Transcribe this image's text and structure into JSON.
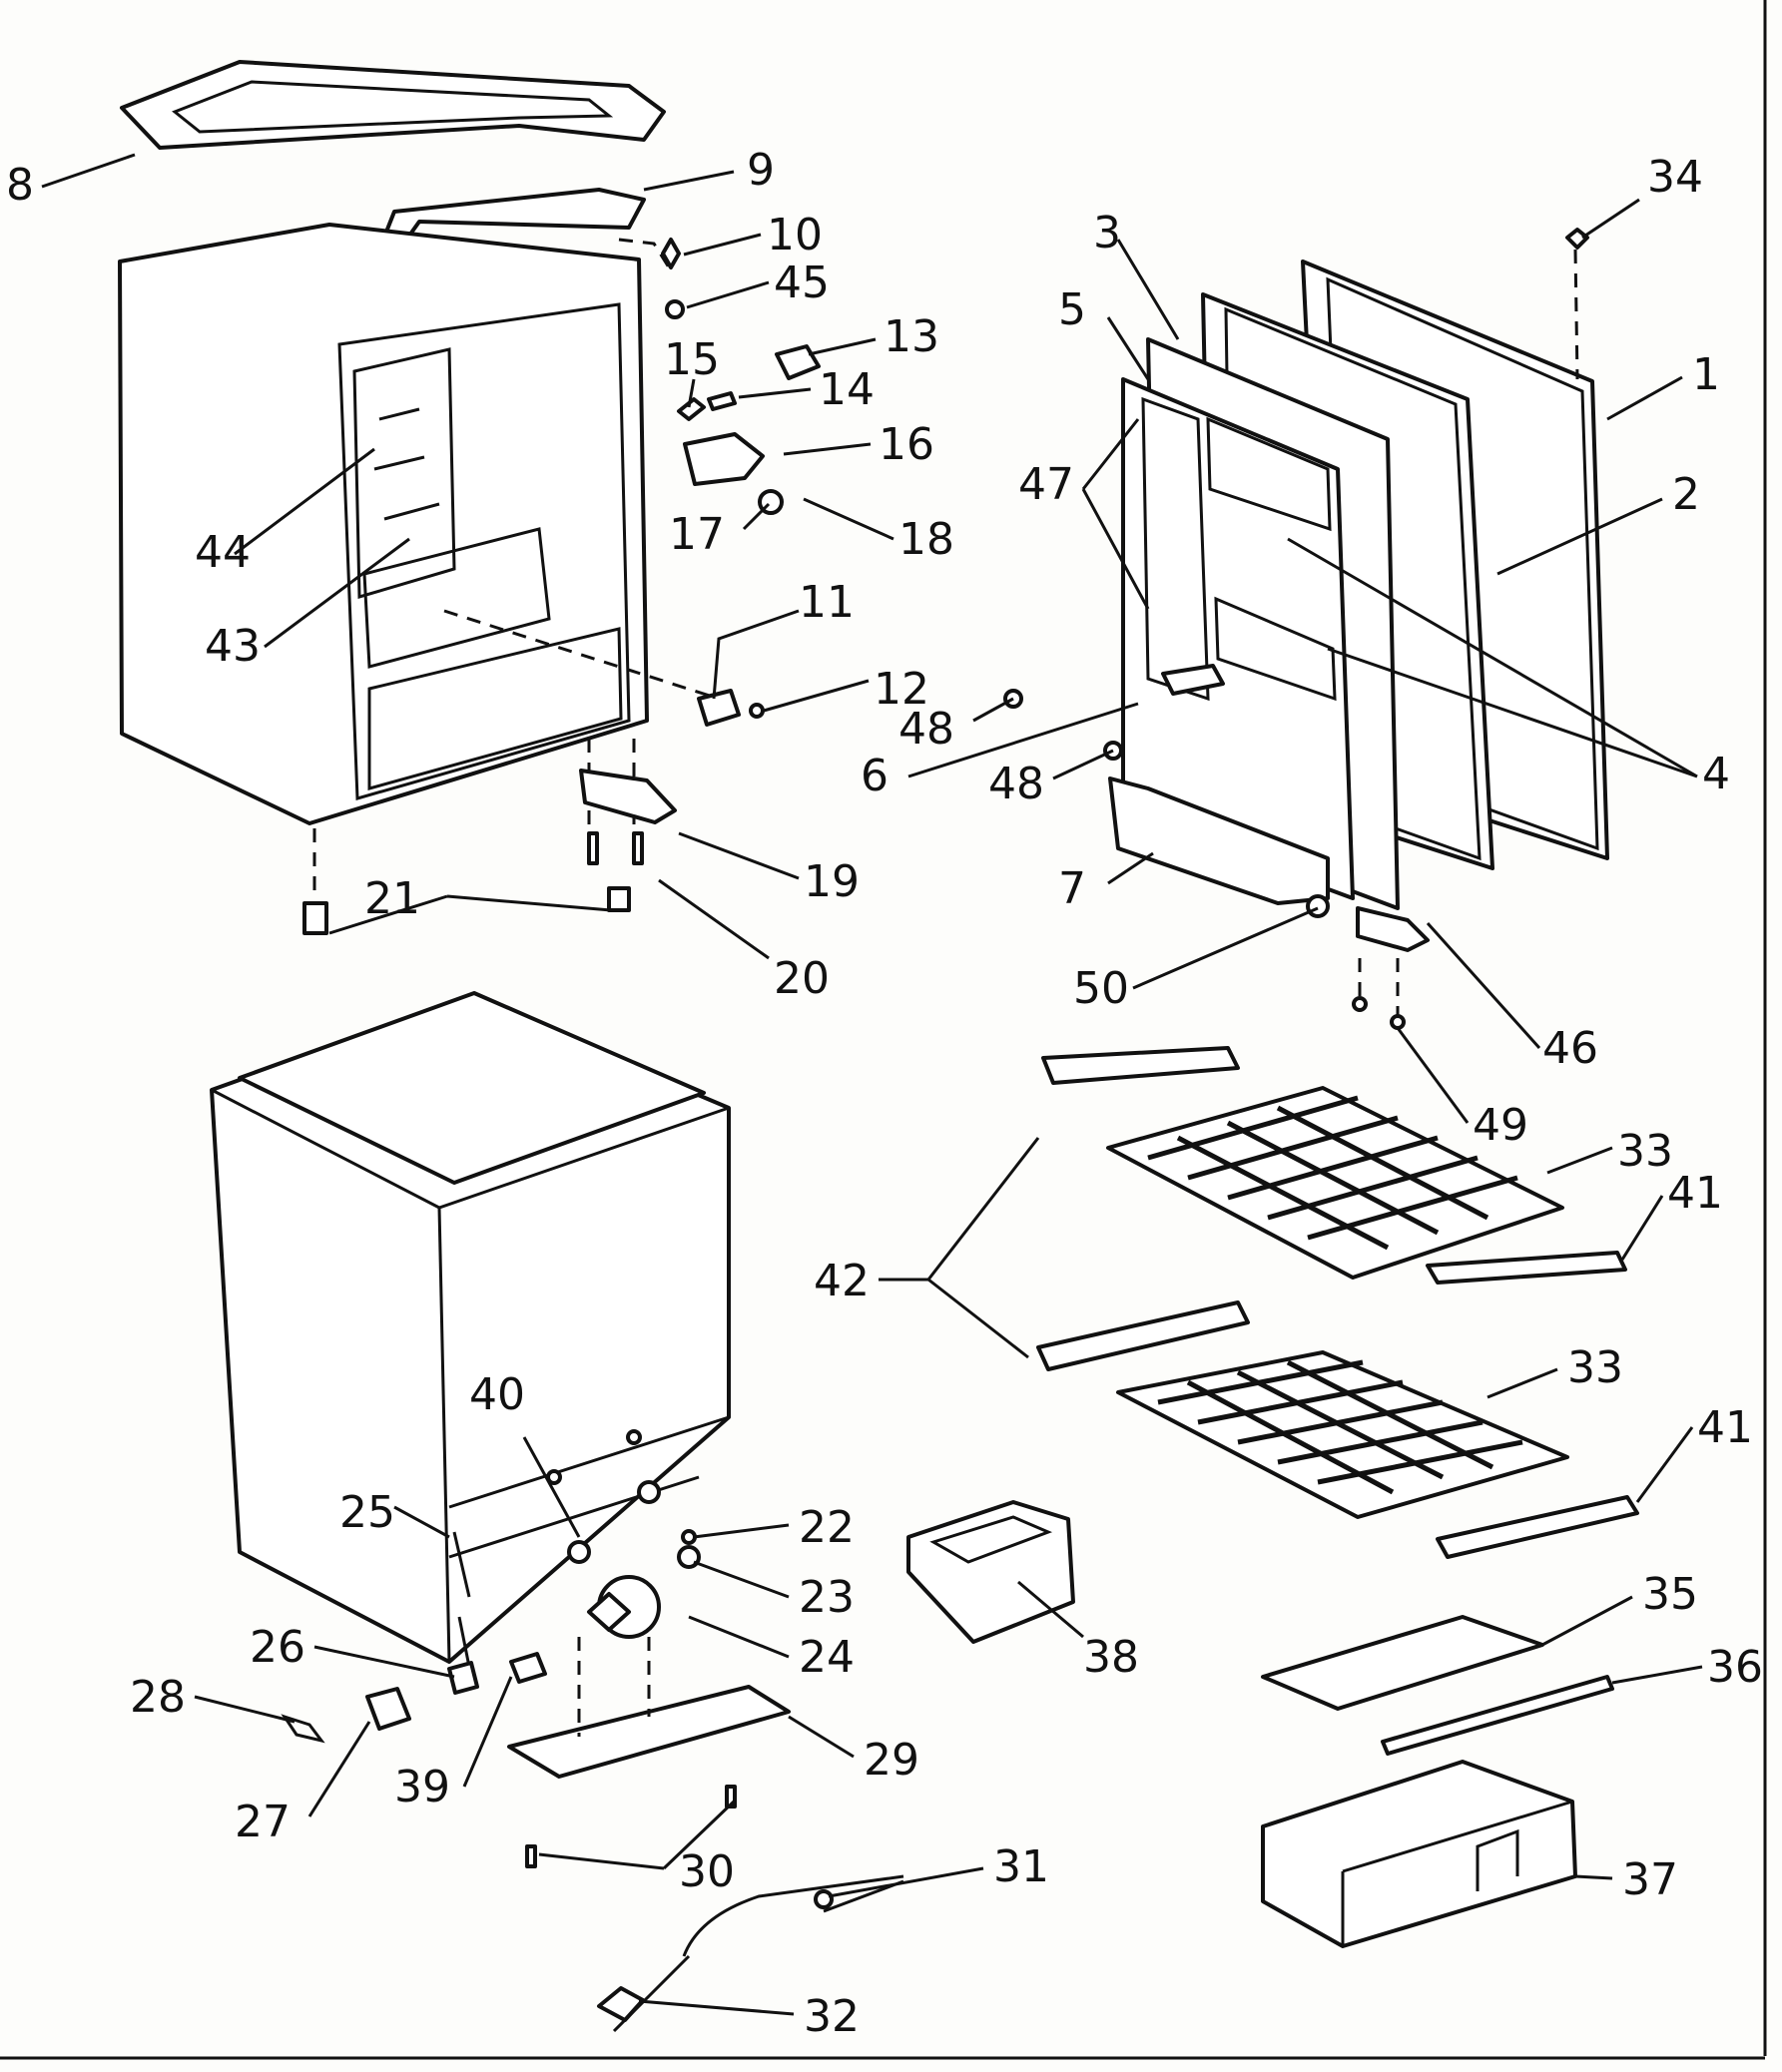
{
  "callouts": [
    {
      "id": "p8",
      "text": "8"
    },
    {
      "id": "p9",
      "text": "9"
    },
    {
      "id": "p10",
      "text": "10"
    },
    {
      "id": "p45",
      "text": "45"
    },
    {
      "id": "p13",
      "text": "13"
    },
    {
      "id": "p15",
      "text": "15"
    },
    {
      "id": "p14",
      "text": "14"
    },
    {
      "id": "p16",
      "text": "16"
    },
    {
      "id": "p17",
      "text": "17"
    },
    {
      "id": "p18",
      "text": "18"
    },
    {
      "id": "p44",
      "text": "44"
    },
    {
      "id": "p43",
      "text": "43"
    },
    {
      "id": "p11",
      "text": "11"
    },
    {
      "id": "p12",
      "text": "12"
    },
    {
      "id": "p19",
      "text": "19"
    },
    {
      "id": "p21",
      "text": "21"
    },
    {
      "id": "p20",
      "text": "20"
    },
    {
      "id": "p34",
      "text": "34"
    },
    {
      "id": "p3",
      "text": "3"
    },
    {
      "id": "p5",
      "text": "5"
    },
    {
      "id": "p1",
      "text": "1"
    },
    {
      "id": "p2",
      "text": "2"
    },
    {
      "id": "p47",
      "text": "47"
    },
    {
      "id": "p4",
      "text": "4"
    },
    {
      "id": "p48a",
      "text": "48"
    },
    {
      "id": "p48b",
      "text": "48"
    },
    {
      "id": "p6",
      "text": "6"
    },
    {
      "id": "p7",
      "text": "7"
    },
    {
      "id": "p50",
      "text": "50"
    },
    {
      "id": "p46",
      "text": "46"
    },
    {
      "id": "p49",
      "text": "49"
    },
    {
      "id": "p33a",
      "text": "33"
    },
    {
      "id": "p41a",
      "text": "41"
    },
    {
      "id": "p42",
      "text": "42"
    },
    {
      "id": "p33b",
      "text": "33"
    },
    {
      "id": "p41b",
      "text": "41"
    },
    {
      "id": "p40",
      "text": "40"
    },
    {
      "id": "p25",
      "text": "25"
    },
    {
      "id": "p22",
      "text": "22"
    },
    {
      "id": "p23",
      "text": "23"
    },
    {
      "id": "p24",
      "text": "24"
    },
    {
      "id": "p26",
      "text": "26"
    },
    {
      "id": "p28",
      "text": "28"
    },
    {
      "id": "p27",
      "text": "27"
    },
    {
      "id": "p39",
      "text": "39"
    },
    {
      "id": "p29",
      "text": "29"
    },
    {
      "id": "p30",
      "text": "30"
    },
    {
      "id": "p31",
      "text": "31"
    },
    {
      "id": "p32",
      "text": "32"
    },
    {
      "id": "p38",
      "text": "38"
    },
    {
      "id": "p35",
      "text": "35"
    },
    {
      "id": "p36",
      "text": "36"
    },
    {
      "id": "p37",
      "text": "37"
    }
  ]
}
